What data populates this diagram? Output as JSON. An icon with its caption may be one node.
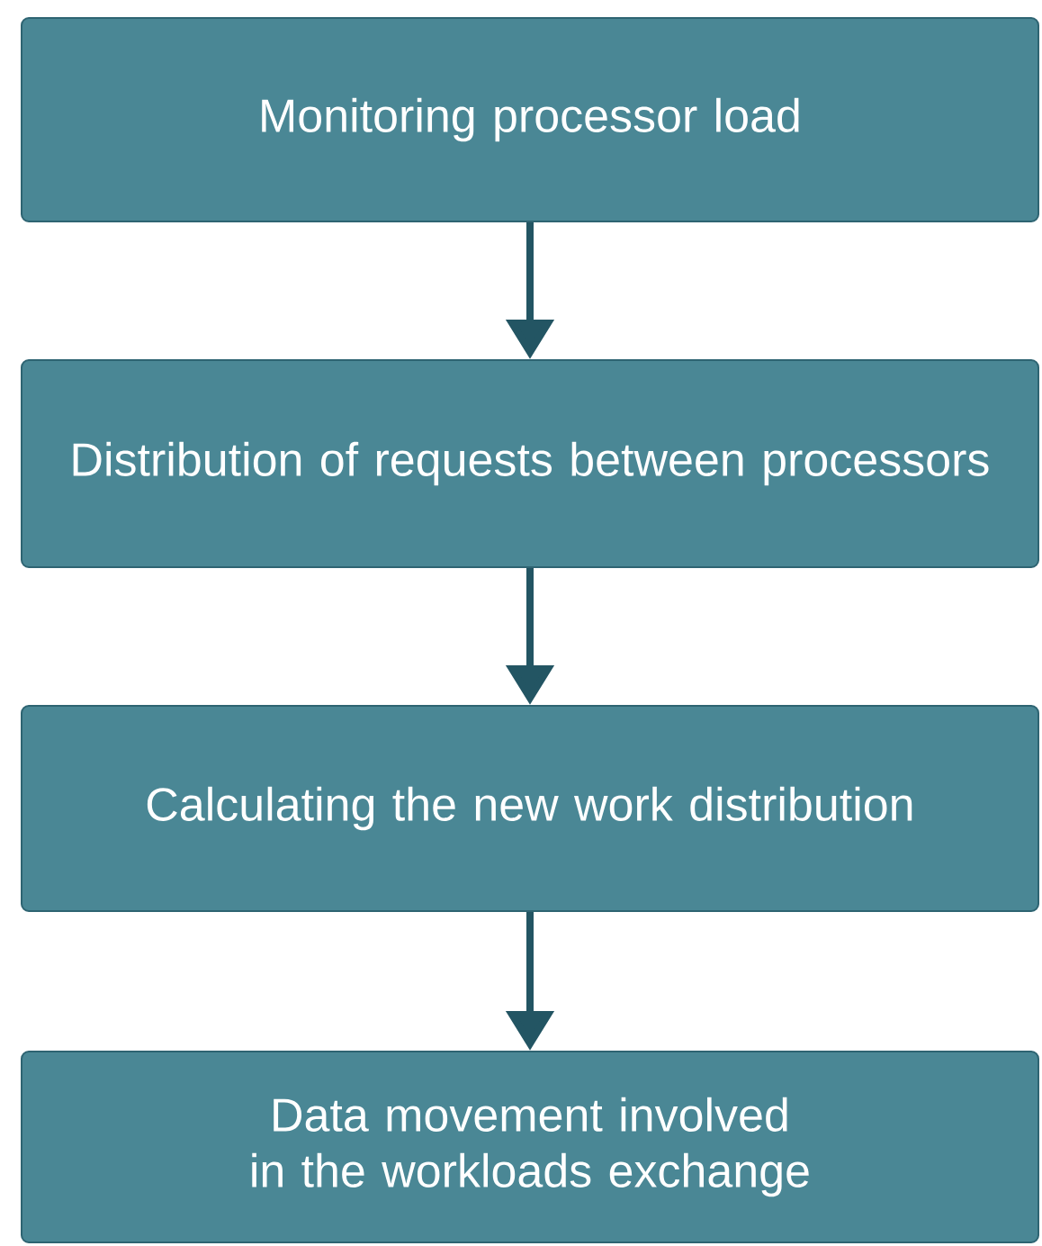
{
  "diagram": {
    "nodes": [
      {
        "text": [
          "Monitoring processor load"
        ]
      },
      {
        "text": [
          "Distribution of requests between processors"
        ]
      },
      {
        "text": [
          "Calculating the new work distribution"
        ]
      },
      {
        "text": [
          "Data movement involved in the workloads exchange"
        ]
      }
    ],
    "edges": [
      {
        "from": 0,
        "to": 1,
        "arrow": "to"
      },
      {
        "from": 1,
        "to": 2,
        "arrow": "to"
      },
      {
        "from": 2,
        "to": 3,
        "arrow": "to"
      }
    ]
  }
}
